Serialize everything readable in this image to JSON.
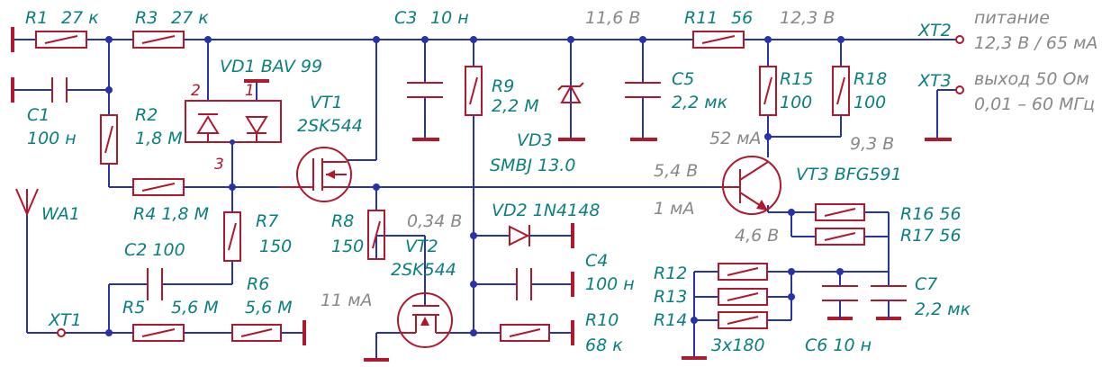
{
  "components": {
    "R1": {
      "ref": "R1",
      "value": "27 к"
    },
    "R3": {
      "ref": "R3",
      "value": "27 к"
    },
    "C3": {
      "ref": "C3",
      "value": "10 н"
    },
    "R11": {
      "ref": "R11",
      "value": "56"
    },
    "XT2": {
      "ref": "XT2",
      "note1": "питание",
      "note2": "12,3 В / 65 мА"
    },
    "XT3": {
      "ref": "XT3",
      "note1": "выход 50 Ом",
      "note2": "0,01 – 60 МГц"
    },
    "VD1": {
      "ref": "VD1 BAV 99",
      "pin2": "2",
      "pin1": "1",
      "pin3": "3"
    },
    "R9": {
      "ref": "R9",
      "value": "2,2 М"
    },
    "C5": {
      "ref": "C5",
      "value": "2,2 мк"
    },
    "R15": {
      "ref": "R15",
      "value": "100"
    },
    "R18": {
      "ref": "R18",
      "value": "100"
    },
    "C1": {
      "ref": "C1",
      "value": "100 н"
    },
    "R2": {
      "ref": "R2",
      "value": "1,8 М"
    },
    "VT1": {
      "ref": "VT1",
      "value": "2SK544"
    },
    "VD3": {
      "ref": "VD3",
      "value": "SMBJ 13.0"
    },
    "VT3": {
      "ref": "VT3 BFG591"
    },
    "R4": {
      "ref": "R4 1,8 М"
    },
    "WA1": {
      "ref": "WA1"
    },
    "R7": {
      "ref": "R7",
      "value": "150"
    },
    "R8": {
      "ref": "R8",
      "value": "150"
    },
    "VD2": {
      "ref": "VD2 1N4148"
    },
    "VT2": {
      "ref": "VT2",
      "value": "2SK544"
    },
    "C2": {
      "ref": "C2 100"
    },
    "C4": {
      "ref": "C4",
      "value": "100 н"
    },
    "R16": {
      "ref": "R16 56"
    },
    "R17": {
      "ref": "R17 56"
    },
    "R12": {
      "ref": "R12"
    },
    "R13": {
      "ref": "R13"
    },
    "R14": {
      "ref": "R14"
    },
    "R12_14": {
      "value": "3x180"
    },
    "C7": {
      "ref": "C7",
      "value": "2,2 мк"
    },
    "C6": {
      "ref": "C6 10 н"
    },
    "XT1": {
      "ref": "XT1"
    },
    "R5": {
      "ref": "R5",
      "value": "5,6 М"
    },
    "R6": {
      "ref": "R6",
      "value": "5,6 М"
    },
    "R10": {
      "ref": "R10",
      "value": "68 к"
    }
  },
  "measurements": {
    "v_supply_mid": "11,6 В",
    "v_supply_out": "12,3 В",
    "i_collector": "52 мА",
    "v_collector": "9,3 В",
    "v_base": "5,4 В",
    "i_base": "1 мА",
    "v_emitter": "4,6 В",
    "v_vt2_drain": "0,34 В",
    "i_vt2": "11 мА"
  },
  "colors": {
    "wire": "#2733a8",
    "component": "#b0182e",
    "label": "#0a7f80",
    "measurement": "#888888"
  }
}
